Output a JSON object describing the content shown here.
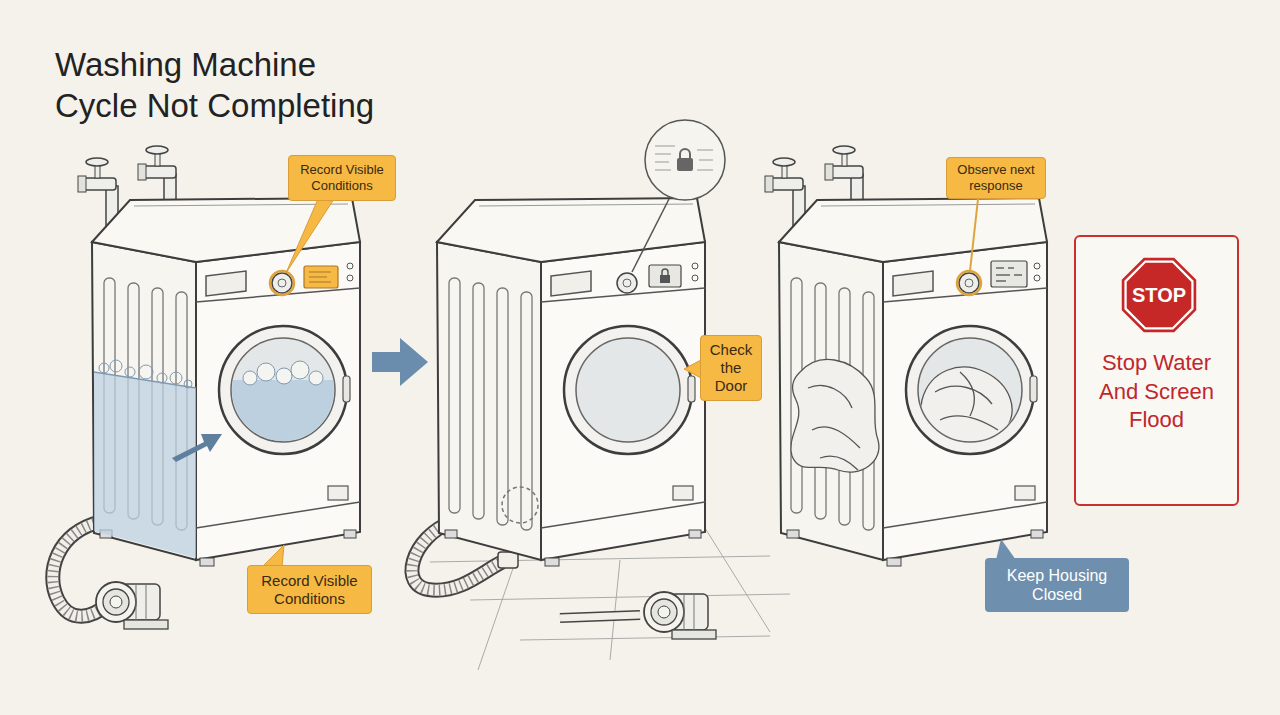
{
  "diagram": {
    "title": "Washing Machine Cycle Not Completing",
    "nodes": [
      {
        "text": [
          "Record Visible Conditions"
        ]
      },
      {
        "text": [
          "Record Visible Conditions"
        ]
      },
      {
        "text": [
          "Check the Door"
        ]
      },
      {
        "text": [
          "Observe next response"
        ]
      },
      {
        "text": [
          "Keep Housing Closed"
        ]
      },
      {
        "text": [
          "Stop Water And Screen Flood"
        ]
      },
      {
        "text": [
          "STOP"
        ],
        "in": 5
      }
    ]
  }
}
